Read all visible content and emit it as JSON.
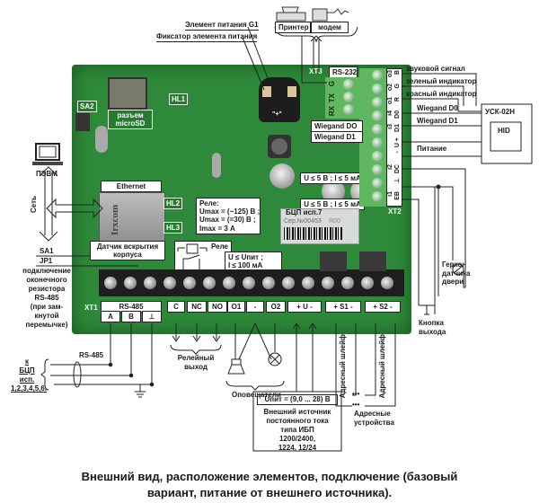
{
  "top": {
    "battery_label": "Элемент питания G1",
    "battery_holder_label": "Фиксатор элемента питания",
    "printer_label": "Принтер",
    "modem_label": "модем"
  },
  "board": {
    "sa2": "SA2",
    "hl1": "HL1",
    "microsd": [
      "разъем",
      "microSD"
    ],
    "ethernet": "Ethernet",
    "hl2": "HL2",
    "hl3": "HL3",
    "eth_brand": "Irxcom",
    "tamper": [
      "Датчик вскрытия",
      "корпуса"
    ],
    "relay_specs": [
      "Реле:",
      "Umax = (~125) В ;",
      "Umax = (=30) В ;",
      "Imax = 3 А"
    ],
    "relay_label": "Реле",
    "output_limit": [
      "U ≤ Uпит ;",
      "I ≤ 100 мА"
    ],
    "input_limit_1": "U ≤ 5 В ; I ≤ 5 мА",
    "input_limit_2": "U ≤ 5 В ; I ≤ 5 мА",
    "device_label": "БЦП исп.7",
    "serial": "Сер.№00453",
    "rev": "R00",
    "battery_polarity": "\"+\""
  },
  "xt3": {
    "name": "XT3",
    "header": "RS-232",
    "pins": [
      "G",
      "TX",
      "RX"
    ]
  },
  "xt2": {
    "name": "XT2",
    "pins": [
      {
        "num": "о3",
        "sig": "B"
      },
      {
        "num": "о2",
        "sig": "G"
      },
      {
        "num": "о1",
        "sig": "R"
      },
      {
        "num": "i4",
        "sig": "D0"
      },
      {
        "num": "i3",
        "sig": "D1"
      },
      {
        "num": "",
        "sig": "U +"
      },
      {
        "num": "",
        "sig": "-"
      },
      {
        "num": "i2",
        "sig": "DC"
      },
      {
        "num": "",
        "sig": "⊥"
      },
      {
        "num": "i1",
        "sig": "EB"
      }
    ],
    "wiegand_d0": "Wiegand DO",
    "wiegand_d1": "Wiegand D1"
  },
  "reader": {
    "signals": [
      "звуковой сигнал",
      "зеленый индикатор",
      "красный индикатор"
    ],
    "wiegand_d0": "Wiegand D0",
    "wiegand_d1": "Wiegand D1",
    "power": "Питание",
    "device": "УСК-02Н",
    "inner": "HID"
  },
  "left": {
    "pc": "ПЭВМ",
    "network": "Сеть",
    "sa1": "SA1",
    "jp1": "JP1",
    "jp1_desc": [
      "подключение",
      "оконечного",
      "резистора",
      "RS-485",
      "(при зам-",
      "кнутой",
      "перемычке)"
    ]
  },
  "xt1": {
    "name": "XT1",
    "rs485_header": "RS-485",
    "rs485_pins": [
      "A",
      "B",
      "⊥"
    ],
    "pins": [
      "C",
      "NC",
      "NO",
      "O1",
      "-",
      "O2",
      "+ U -",
      "+ S1 -",
      "+ S2 -"
    ]
  },
  "bottom": {
    "rs485": "RS-485",
    "to_bcp": [
      "к",
      "БЦП",
      "исп.",
      "1,2,3,4,5,6."
    ],
    "relay_out": [
      "Релейный",
      "выход"
    ],
    "annunciators": "Оповещатели",
    "psu_voltage": "Uпит = (9,0 ... 28) В",
    "psu_desc": [
      "Внешний источник",
      "постоянного тока",
      "типа ИБП",
      "1200/2400,",
      "1224, 12/24"
    ],
    "loop1": "Адресный шлейф",
    "loop2": "Адресный шлейф",
    "addr_devices": [
      "Адресные",
      "устройства"
    ],
    "ellipsis": "•••",
    "reed": [
      "Геркон",
      "датчика",
      "двери"
    ],
    "exit_button": [
      "Кнопка",
      "выхода"
    ]
  },
  "caption": {
    "line1": "Внешний вид, расположение элементов, подключение (базовый",
    "line2": "вариант, питание от внешнего источника)."
  },
  "colors": {
    "board": "#2e8a3a",
    "terminal_green": "#4fae4f"
  }
}
